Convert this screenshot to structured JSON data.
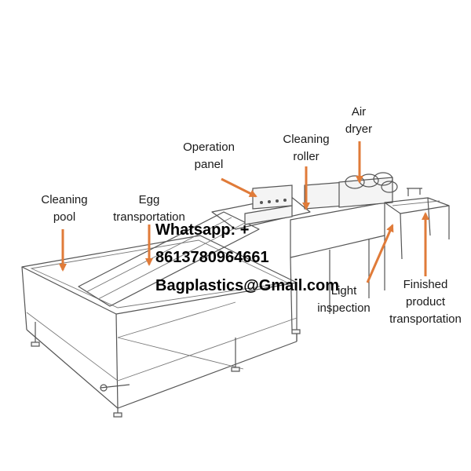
{
  "colors": {
    "arrow": "#E07B39",
    "line": "#555555",
    "text": "#1a1a1a"
  },
  "labels": {
    "cleaning_pool": [
      "Cleaning",
      "pool"
    ],
    "egg_transportation": [
      "Egg",
      "transportation"
    ],
    "operation_panel": [
      "Operation",
      "panel"
    ],
    "cleaning_roller": [
      "Cleaning",
      "roller"
    ],
    "air_dryer": [
      "Air",
      "dryer"
    ],
    "light_inspection": [
      "Light",
      "inspection"
    ],
    "finished_product_transportation": [
      "Finished",
      "product",
      "transportation"
    ]
  },
  "watermark": {
    "whatsapp": "Whatsapp: +",
    "phone": "8613780964661",
    "email": "Bagplastics@Gmail.com"
  }
}
